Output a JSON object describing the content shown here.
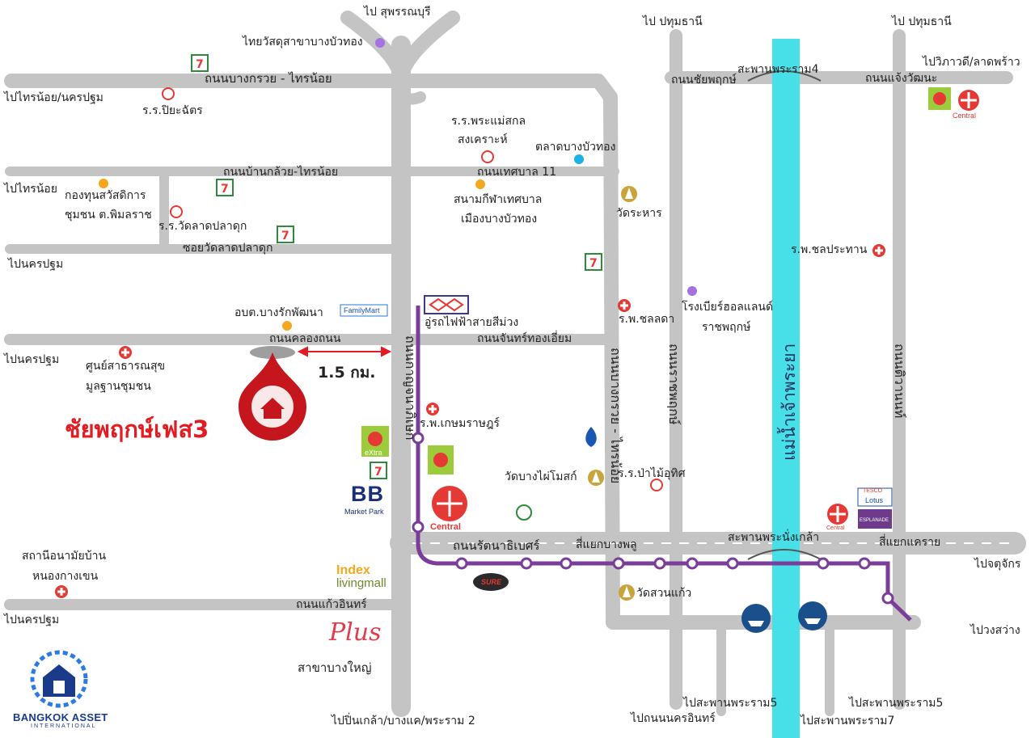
{
  "colors": {
    "road": "#c4c4c4",
    "river": "#47e0e8",
    "mrt": "#7a3d9a",
    "pin": "#c4161c",
    "project_text": "#e31b23",
    "poi_orange": "#f4a81d",
    "poi_purple": "#a572e0",
    "poi_cyan": "#1bb2e6",
    "hospital": "#e53935",
    "temple": "#c9a43a"
  },
  "project": {
    "name": "ชัยพฤกษ์เฟส3",
    "distance": "1.5 กม."
  },
  "directions": {
    "top_center": "ไป สุพรรณบุรี",
    "top_mid": "ไป ปทุมธานี",
    "top_right": "ไป ปทุมธานี",
    "right_top": "ไปวิภาวดี/ลาดพร้าว",
    "left_1": "ไปไทรน้อย/นครปฐม",
    "left_2": "ไปไทรน้อย",
    "left_3": "ไปนครปฐม",
    "left_4": "ไปนครปฐม",
    "left_5": "ไปนครปฐม",
    "bottom_left": "ไปปิ่นเกล้า/บางแค/พระราม 2",
    "bottom_mid1": "ไปสะพานพระราม5",
    "bottom_mid2": "ไปถนนนครอินทร์",
    "bottom_mid3": "ไปสะพานพระราม7",
    "bottom_right": "ไปสะพานพระราม5",
    "right_mid": "ไปจตุจักร",
    "right_bottom": "ไปวงสว่าง"
  },
  "roads": {
    "r1": "ถนนบางกรวย - ไทรน้อย",
    "r2": "ถนนบ้านกล้วย-ไทรน้อย",
    "r3": "ซอยวัดลาดปลาดุก",
    "r4": "ถนนคลองถนน",
    "r5": "ถนนจันทร์ทองเอี่ยม",
    "r6": "ถนนเทศบาล 11",
    "r7": "ถนนชัยพฤกษ์",
    "r8": "ถนนแจ้งวัฒนะ",
    "r9": "ถนนรัตนาธิเบศร์",
    "r10": "ถนนแก้วอินทร์",
    "v1": "ถนนกาญจนาภิเษก",
    "v2": "ถนนบางกรวย - ไทรน้อย",
    "v3": "ถนนราชพฤกษ์",
    "v4": "ถนนติวานนท์",
    "bridge1": "สะพานพระราม4",
    "bridge2": "สะพานพระนั่งเกล้า",
    "junction1": "สี่แยกบางพลู",
    "junction2": "สี่แยกแคราย",
    "river": "แม่น้ำเจ้าพระยา"
  },
  "places": {
    "p1": "ไทยวัสดุสาขาบางบัวทอง",
    "p2": "ร.ร.ปิยะฉัตร",
    "p3a": "ร.ร.พระแม่สกล",
    "p3b": "สงเคราะห์",
    "p4": "ตลาดบางบัวทอง",
    "p5a": "สนามกีฬาเทศบาล",
    "p5b": "เมืองบางบัวทอง",
    "p6": "วัดระหาร",
    "p7a": "กองทุนสวัสดิการ",
    "p7b": "ชุมชน ต.พิมลราช",
    "p8": "ร.ร.วัดลาดปลาดุก",
    "p9": "ร.พ.ชลประทาน",
    "p10": "อบต.บางรักพัฒนา",
    "p11": "อู่รถไฟฟ้าสายสีม่วง",
    "p12": "ร.พ.ชลลดา",
    "p13a": "โรงเบียร์ฮอลแลนด์",
    "p13b": "ราชพฤกษ์",
    "p14a": "ศูนย์สาธารณสุข",
    "p14b": "มูลฐานชุมชน",
    "p15": "ร.พ.เกษมราษฎร์",
    "p16": "วัดบางไผ่โมสก์",
    "p17": "ร.ร.ป่าไม้อุทิศ",
    "p18a": "สถานีอนามัยบ้าน",
    "p18b": "หนองกางเขน",
    "p19": "วัดสวนแก้ว",
    "p20": "สาขาบางใหญ่"
  },
  "brands": {
    "familymart": "FamilyMart",
    "central": "Central",
    "bb": "BB",
    "bb_sub": "Market Park",
    "index_1": "Index",
    "index_2": "livingmall",
    "extra": "eXtra",
    "lotus": "Lotus",
    "tesco": "TESCO",
    "esplanade": "ESPLANADE",
    "sure": "SURE",
    "plus": "Plus",
    "bangkok_asset": "BANGKOK ASSET",
    "bangkok_asset_sub": "INTERNATIONAL"
  }
}
